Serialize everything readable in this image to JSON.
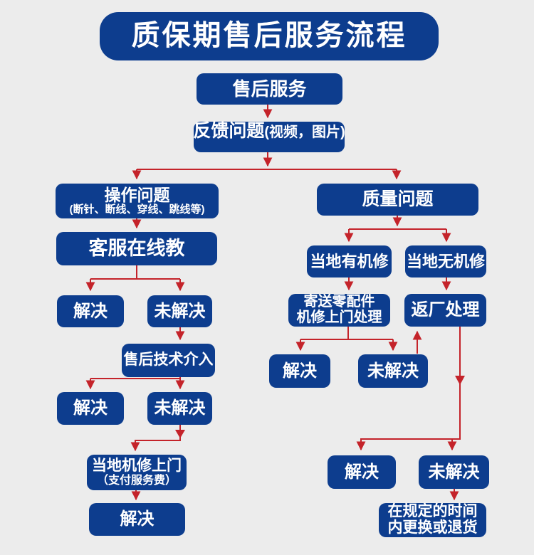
{
  "title": "质保期售后服务流程",
  "colors": {
    "box_blue": "#0d3d8e",
    "arrow_red": "#c4232a",
    "background": "#ececec",
    "text": "#ffffff"
  },
  "nodes": {
    "after_sales": {
      "label": "售后服务"
    },
    "feedback": {
      "label": "反馈问题",
      "note": "(视频，图片)"
    },
    "operation_problem": {
      "label": "操作问题",
      "note": "(断针、断线、穿线、跳线等)"
    },
    "quality_problem": {
      "label": "质量问题"
    },
    "online_teach": {
      "label": "客服在线教"
    },
    "local_repair_available": {
      "label": "当地有机修"
    },
    "local_repair_unavailable": {
      "label": "当地无机修"
    },
    "solved_left_1": {
      "label": "解决"
    },
    "unsolved_left_1": {
      "label": "未解决"
    },
    "send_parts": {
      "line1": "寄送零配件",
      "line2": "机修上门处理"
    },
    "return_to_factory": {
      "label": "返厂处理"
    },
    "tech_intervention": {
      "label": "售后技术介入"
    },
    "solved_left_2": {
      "label": "解决"
    },
    "unsolved_left_2": {
      "label": "未解决"
    },
    "solved_right_1": {
      "label": "解决"
    },
    "unsolved_right_1": {
      "label": "未解决"
    },
    "local_onsite_repair": {
      "line1": "当地机修上门",
      "line2": "（支付服务费）"
    },
    "solved_right_2": {
      "label": "解决"
    },
    "unsolved_right_2": {
      "label": "未解决"
    },
    "solved_left_final": {
      "label": "解决"
    },
    "replace_or_return": {
      "line1": "在规定的时间",
      "line2": "内更换或退货"
    }
  }
}
